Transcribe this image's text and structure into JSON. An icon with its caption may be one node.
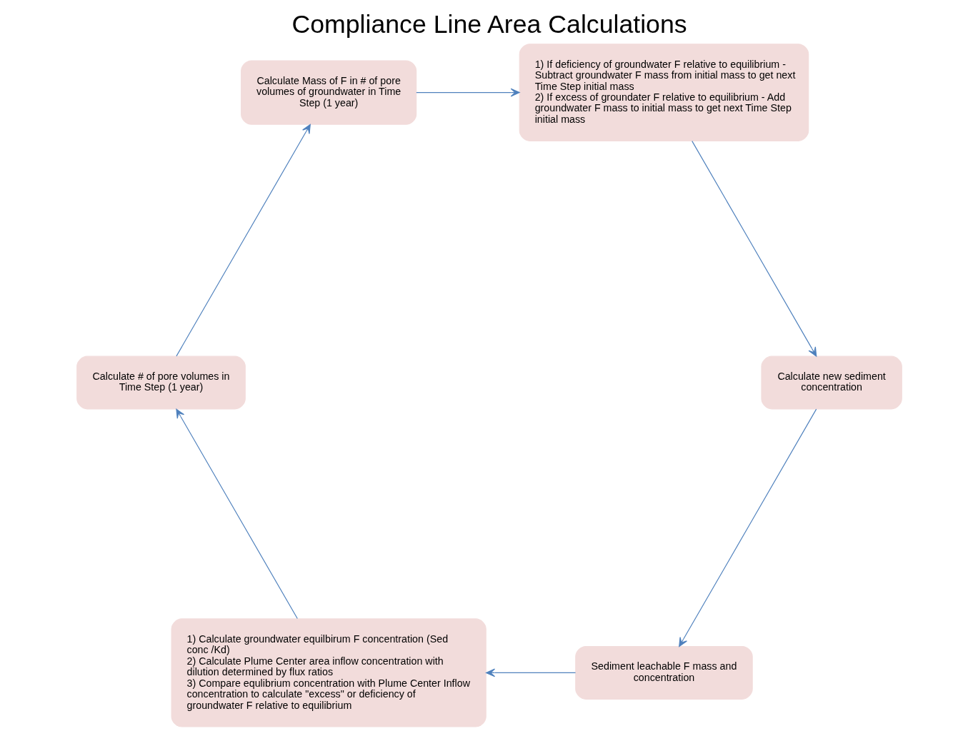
{
  "diagram": {
    "title": "Compliance Line Area Calculations",
    "nodes": [
      {
        "text": [
          "Sediment leachable F mass and concentration"
        ]
      },
      {
        "text": [
          "1) Calculate groundwater equilbirum F concentration (Sed conc /Kd)",
          "2) Calculate Plume Center area inflow concentration with dilution determined by flux ratios",
          "3) Compare equlibrium concentration with Plume Center Inflow concentration to calculate \"excess\" or deficiency of groundwater F relative to equilibrium"
        ]
      },
      {
        "text": [
          "Calculate # of pore volumes in Time Step (1 year)"
        ]
      },
      {
        "text": [
          "Calculate Mass of F in # of pore volumes of groundwater in Time Step (1 year)"
        ]
      },
      {
        "text": [
          "1) If deficiency of groundwater F relative to equilibrium - Subtract groundwater F mass from initial mass to get next Time Step initial mass",
          "2) If excess of groundater F relative to equilibrium - Add groundwater F mass to initial mass to get next Time Step initial mass"
        ]
      },
      {
        "text": [
          "Calculate new sediment concentration"
        ]
      }
    ],
    "edges": [
      {
        "from": 0,
        "to": 1,
        "arrow": "to"
      },
      {
        "from": 1,
        "to": 2,
        "arrow": "to"
      },
      {
        "from": 2,
        "to": 3,
        "arrow": "to"
      },
      {
        "from": 3,
        "to": 4,
        "arrow": "to"
      },
      {
        "from": 4,
        "to": 5,
        "arrow": "to"
      },
      {
        "from": 5,
        "to": 0,
        "arrow": "to"
      }
    ]
  }
}
